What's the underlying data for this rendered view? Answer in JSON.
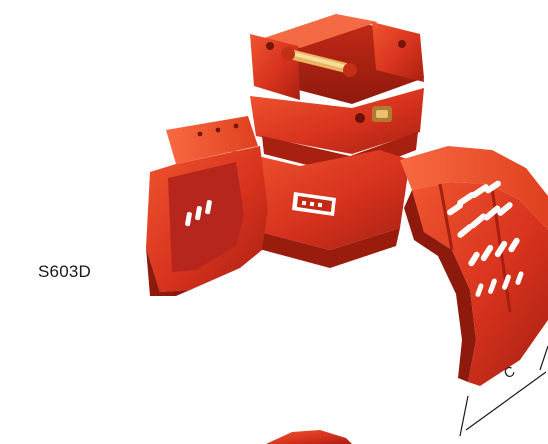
{
  "product": {
    "model": "S603D",
    "color": "#d8331e"
  },
  "dimension": {
    "label": "C"
  },
  "icons": {
    "product_image": "sorting-grab-image",
    "logo": "brand-logo-plate"
  }
}
